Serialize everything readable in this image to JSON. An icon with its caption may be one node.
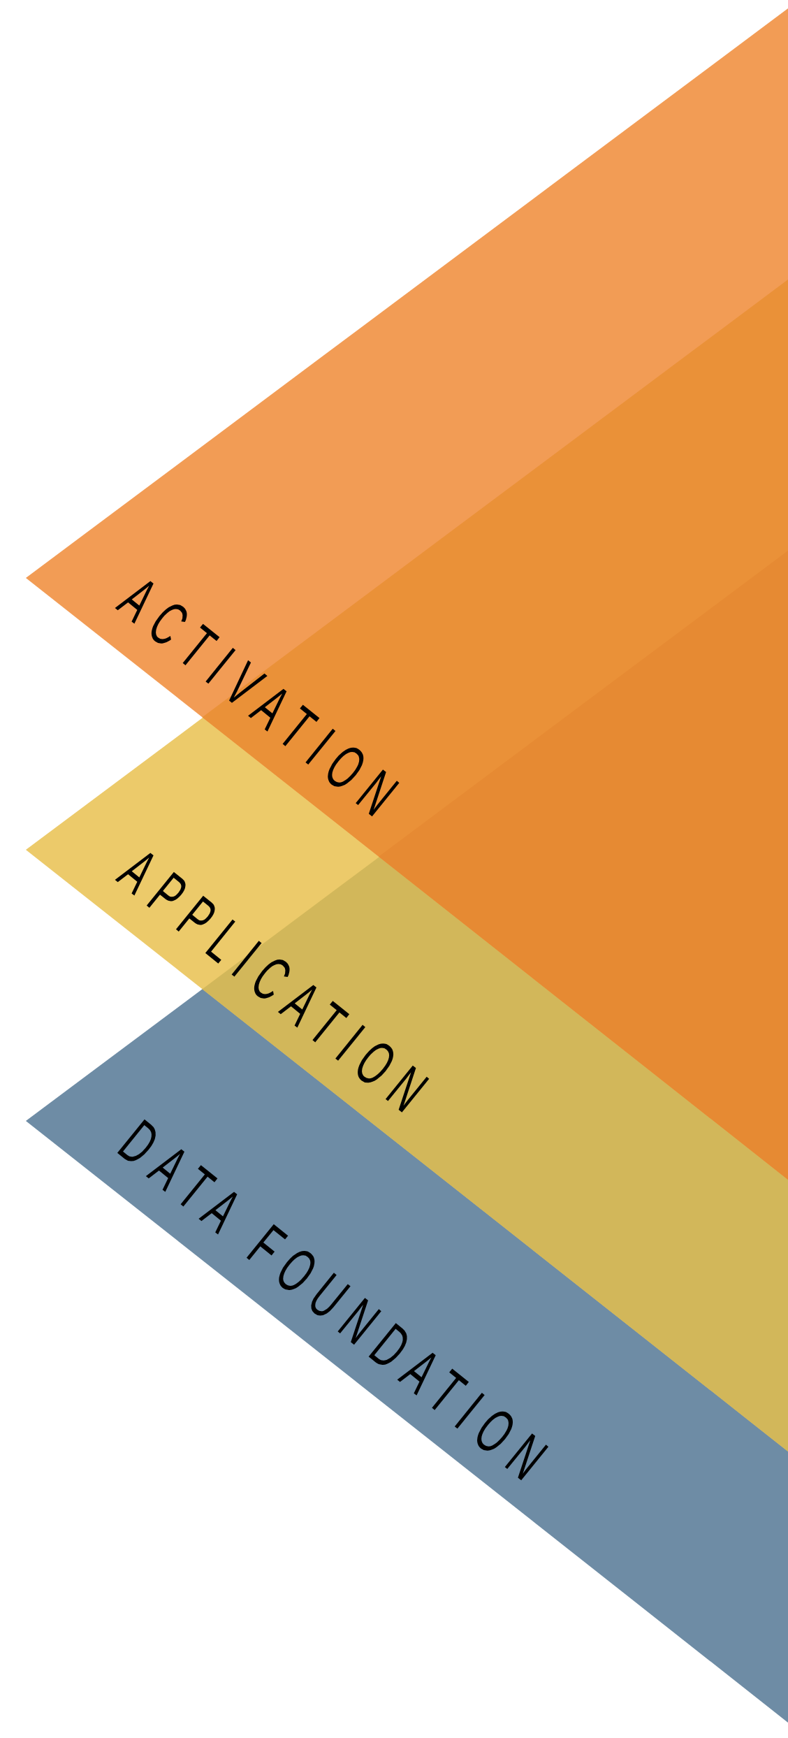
{
  "diagram": {
    "nodes": [
      {
        "text": [
          "ACTIVATION"
        ]
      },
      {
        "text": [
          "APPLICATION"
        ]
      },
      {
        "text": [
          "DATA FOUNDATION"
        ]
      }
    ]
  }
}
